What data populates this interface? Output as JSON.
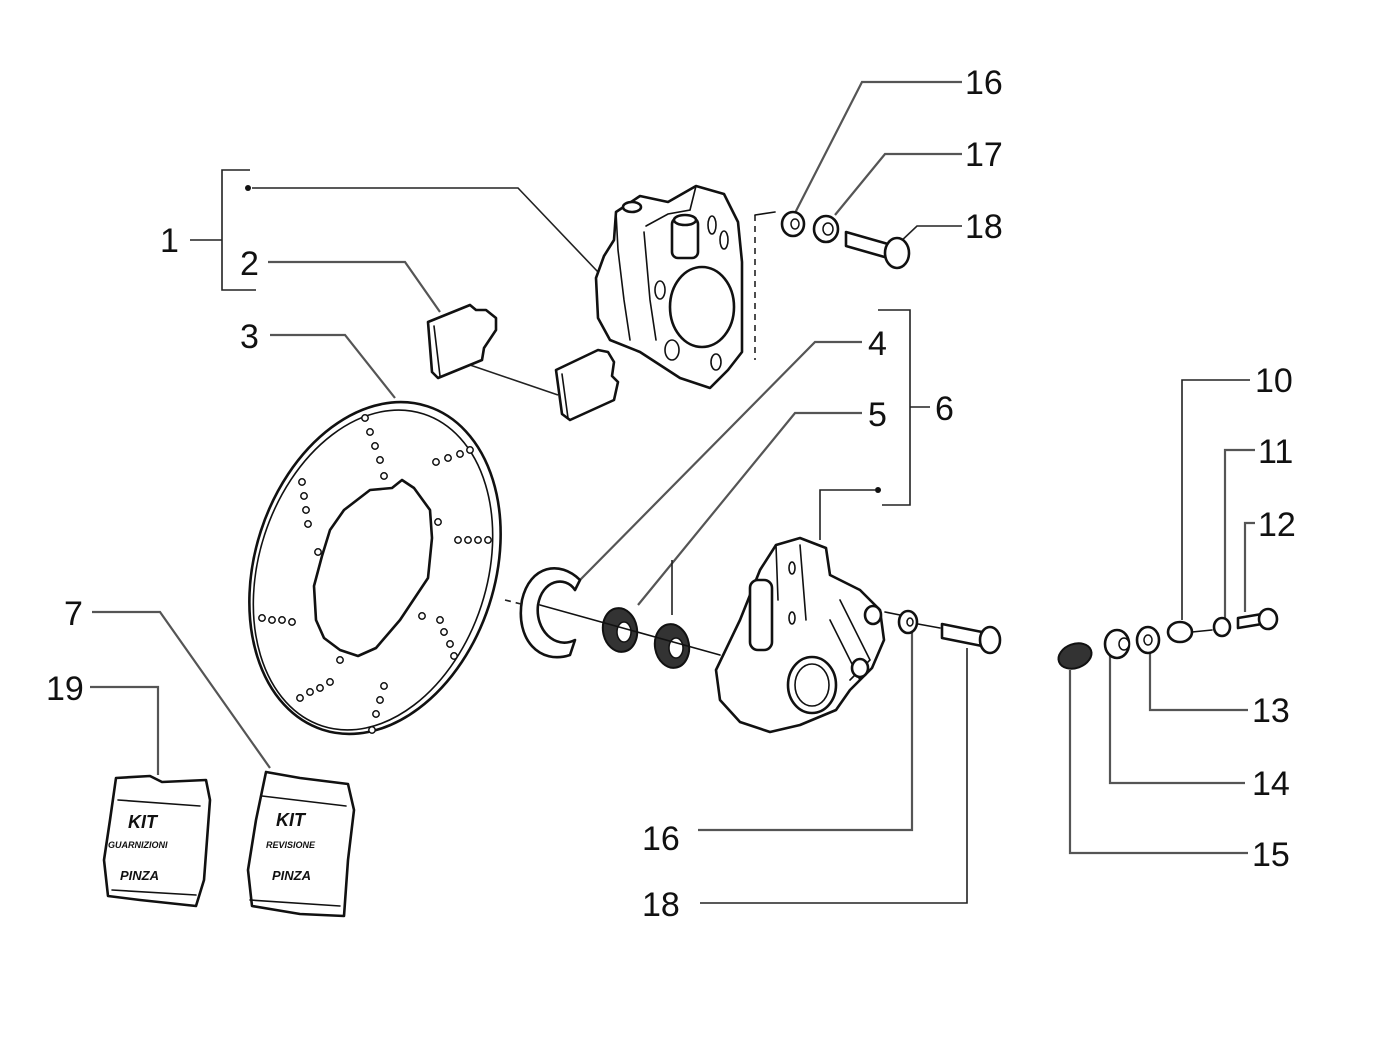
{
  "diagram": {
    "title": "Brake caliper and disc exploded parts diagram",
    "callouts": [
      {
        "id": "c1",
        "text": "1"
      },
      {
        "id": "c2",
        "text": "2"
      },
      {
        "id": "c3",
        "text": "3"
      },
      {
        "id": "c4",
        "text": "4"
      },
      {
        "id": "c5",
        "text": "5"
      },
      {
        "id": "c6",
        "text": "6"
      },
      {
        "id": "c7",
        "text": "7"
      },
      {
        "id": "c10",
        "text": "10"
      },
      {
        "id": "c11",
        "text": "11"
      },
      {
        "id": "c12",
        "text": "12"
      },
      {
        "id": "c13",
        "text": "13"
      },
      {
        "id": "c14",
        "text": "14"
      },
      {
        "id": "c15",
        "text": "15"
      },
      {
        "id": "c16a",
        "text": "16"
      },
      {
        "id": "c17",
        "text": "17"
      },
      {
        "id": "c18a",
        "text": "18"
      },
      {
        "id": "c16b",
        "text": "16"
      },
      {
        "id": "c18b",
        "text": "18"
      },
      {
        "id": "c19",
        "text": "19"
      }
    ],
    "parts": {
      "caliper_upper": "Brake caliper (upper)",
      "brake_pads": "Brake pads",
      "brake_disc": "Brake disc",
      "caliper_lower": "Brake caliper (lower)",
      "retaining_ring": "Retaining ring",
      "seals": "Piston seals",
      "bleeder_set": "Bleeder / fitting set",
      "washer": "Washer",
      "bolt": "Bolt"
    },
    "kits": [
      {
        "line1": "KIT",
        "line2": "GUARNIZIONI",
        "line3": "PINZA"
      },
      {
        "line1": "KIT",
        "line2": "REVISIONE",
        "line3": "PINZA"
      }
    ]
  }
}
